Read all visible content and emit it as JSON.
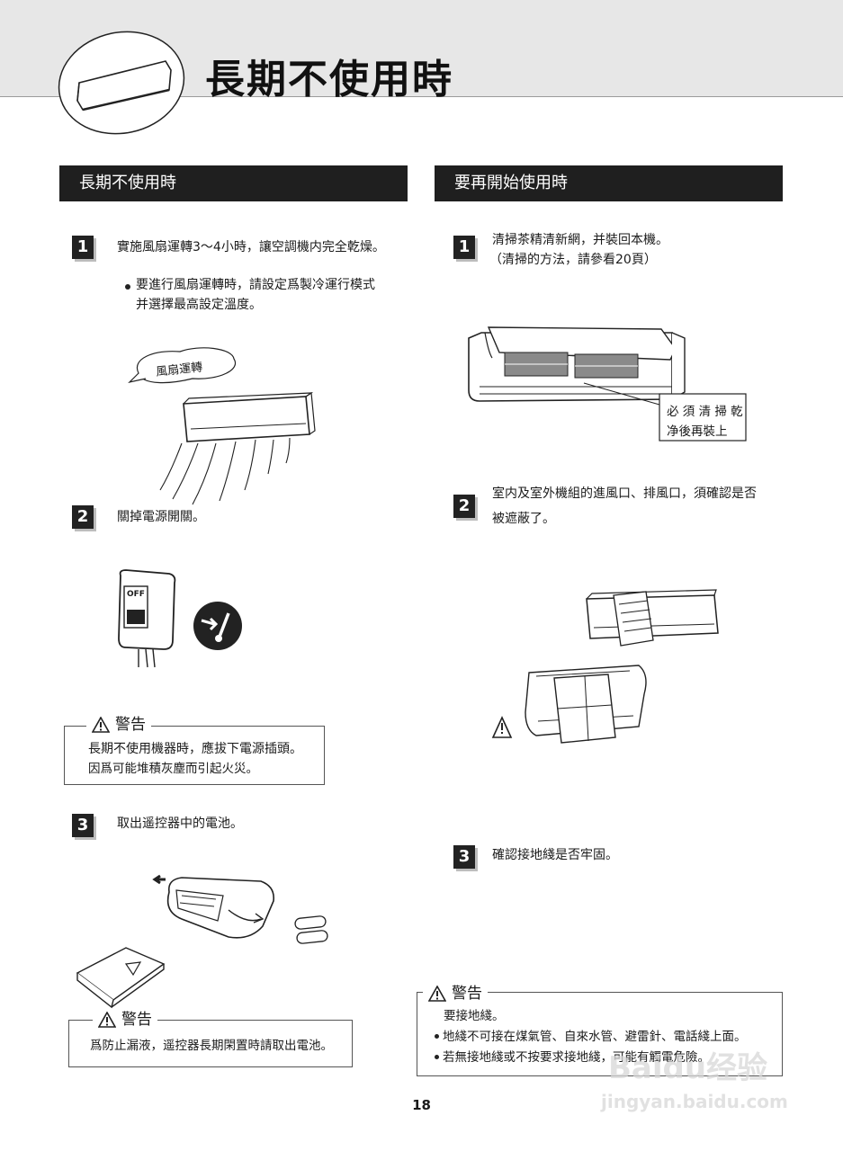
{
  "header": {
    "title": "長期不使用時"
  },
  "left": {
    "section_title": "長期不使用時",
    "step1": {
      "num": "1",
      "text": "實施風扇運轉3～4小時，讓空調機内完全乾燥。",
      "bullet_l1": "要進行風扇運轉時，請設定爲製冷運行模式",
      "bullet_l2": "并選擇最高設定溫度。",
      "bubble": "風扇運轉"
    },
    "step2": {
      "num": "2",
      "text": "關掉電源開關。",
      "switch_label": "OFF"
    },
    "warning1": {
      "legend": "警告",
      "line1": "長期不使用機器時，應拔下電源插頭。",
      "line2": "因爲可能堆積灰塵而引起火災。"
    },
    "step3": {
      "num": "3",
      "text": "取出遥控器中的電池。"
    },
    "warning2": {
      "legend": "警告",
      "line1": "爲防止漏液，遥控器長期閑置時請取出電池。"
    }
  },
  "right": {
    "section_title": "要再開始使用時",
    "step1": {
      "num": "1",
      "text1": "清掃茶精清新網，并裝回本機。",
      "text2": "（清掃的方法，請參看20頁）",
      "callout_l1": "必 須 清 掃 乾",
      "callout_l2": "净後再裝上"
    },
    "step2": {
      "num": "2",
      "text1": "室内及室外機組的進風口、排風口，須確認是否",
      "text2": "被遮蔽了。"
    },
    "step3": {
      "num": "3",
      "text": "確認接地綫是否牢固。"
    },
    "warning": {
      "legend": "警告",
      "line1": "要接地綫。",
      "bullet1": "地綫不可接在煤氣管、自來水管、避雷針、電話綫上面。",
      "bullet2": "若無接地綫或不按要求接地綫，可能有觸電危險。"
    }
  },
  "footer": {
    "page_number": "18"
  },
  "watermark": {
    "brand": "Baidu经验",
    "url": "jingyan.baidu.com"
  }
}
